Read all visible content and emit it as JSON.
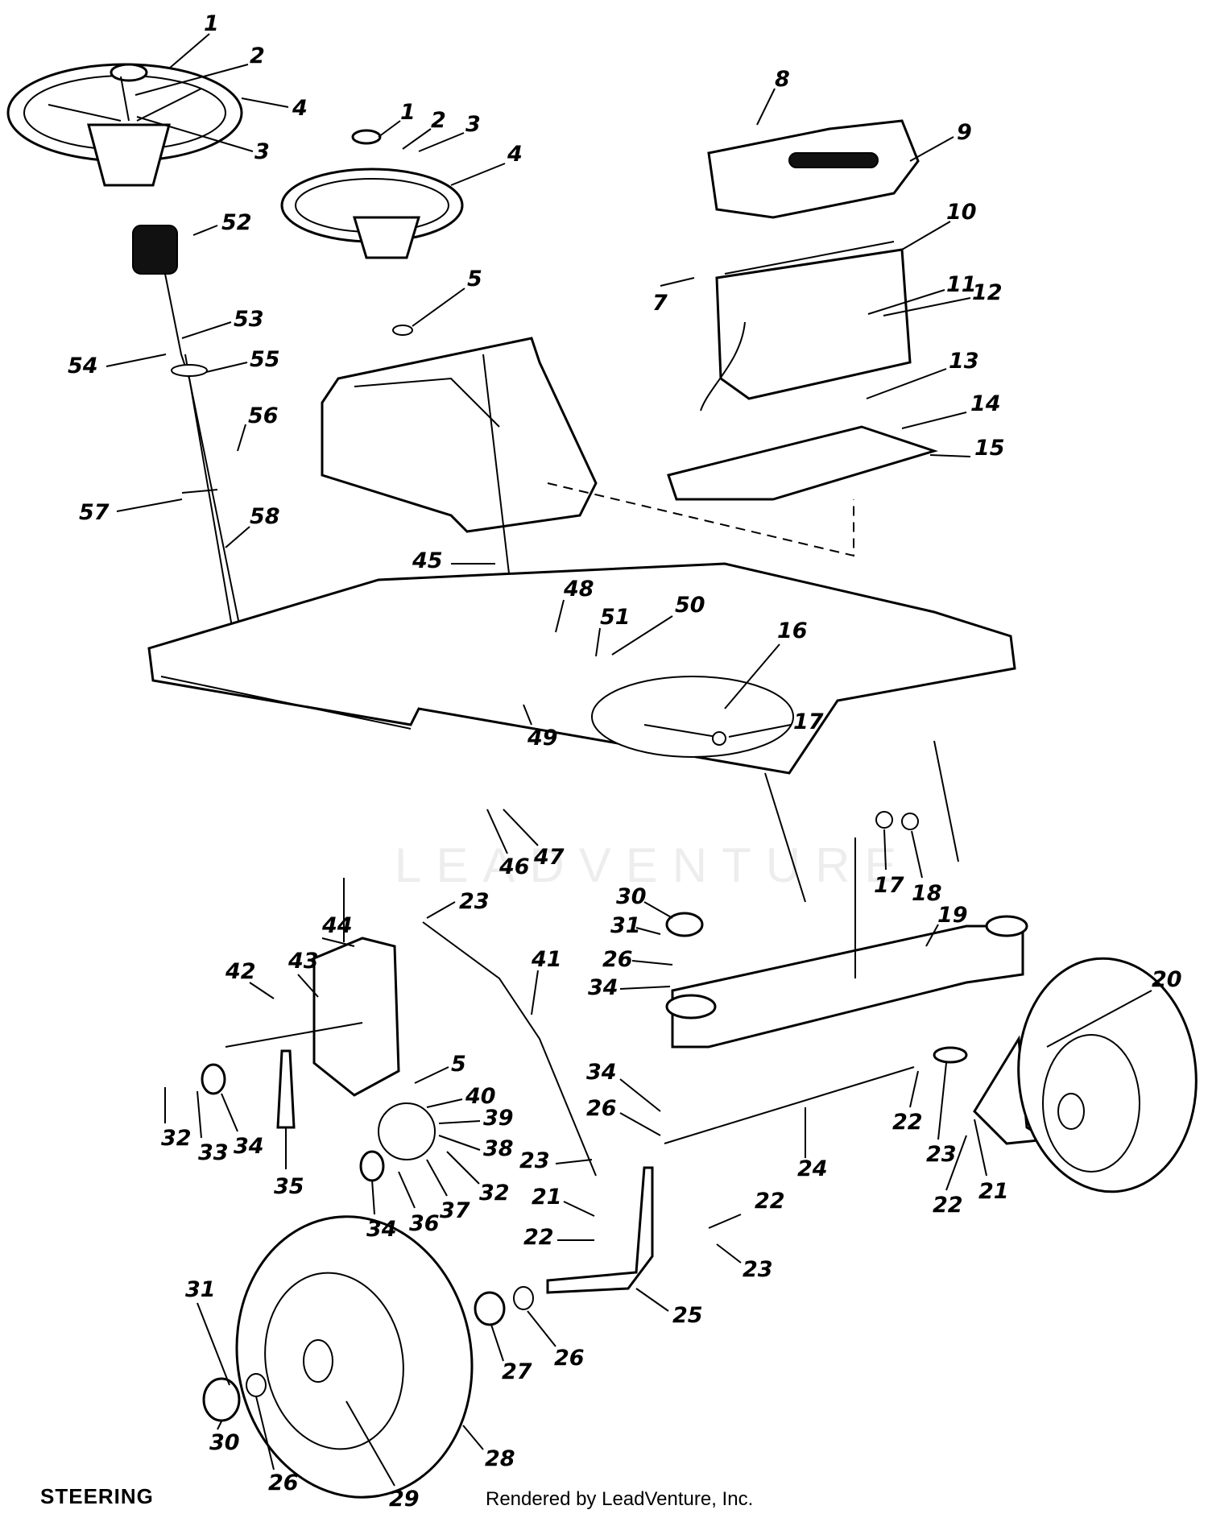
{
  "diagram": {
    "title": "STEERING",
    "credit": "Rendered by LeadVenture, Inc.",
    "watermark": "LEADVENTURE",
    "callouts": {
      "c1a": "1",
      "c2a": "2",
      "c3a": "3",
      "c4a": "4",
      "c1b": "1",
      "c2b": "2",
      "c3b": "3",
      "c4b": "4",
      "c5a": "5",
      "c5b": "5",
      "c7": "7",
      "c8": "8",
      "c9": "9",
      "c10": "10",
      "c11": "11",
      "c12": "12",
      "c13": "13",
      "c14": "14",
      "c15": "15",
      "c16": "16",
      "c17a": "17",
      "c17b": "17",
      "c18": "18",
      "c19": "19",
      "c20": "20",
      "c21a": "21",
      "c21b": "21",
      "c22a": "22",
      "c22b": "22",
      "c22c": "22",
      "c22d": "22",
      "c23a": "23",
      "c23b": "23",
      "c23c": "23",
      "c23d": "23",
      "c24": "24",
      "c25": "25",
      "c26a": "26",
      "c26b": "26",
      "c26c": "26",
      "c26d": "26",
      "c27": "27",
      "c28": "28",
      "c29": "29",
      "c30a": "30",
      "c30b": "30",
      "c31a": "31",
      "c31b": "31",
      "c32a": "32",
      "c32b": "32",
      "c33": "33",
      "c34a": "34",
      "c34b": "34",
      "c34c": "34",
      "c34d": "34",
      "c35": "35",
      "c36": "36",
      "c37": "37",
      "c38": "38",
      "c39": "39",
      "c40": "40",
      "c41": "41",
      "c42": "42",
      "c43": "43",
      "c44": "44",
      "c45": "45",
      "c46": "46",
      "c47": "47",
      "c48": "48",
      "c49": "49",
      "c50": "50",
      "c51": "51",
      "c52": "52",
      "c53": "53",
      "c54": "54",
      "c55": "55",
      "c56": "56",
      "c57": "57",
      "c58": "58"
    }
  }
}
